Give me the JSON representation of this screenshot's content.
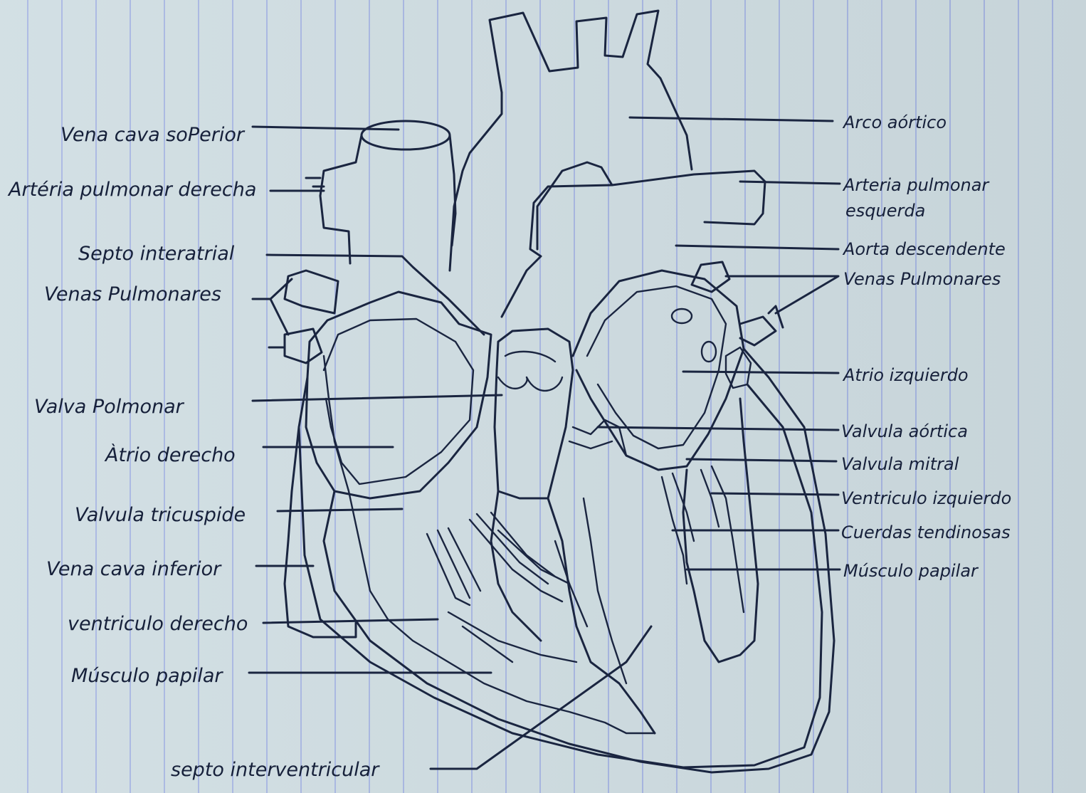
{
  "diagram": {
    "labels_left": {
      "vena_cava_superior": "Vena cava soPerior",
      "arteria_pulmonar_derecha": "Artéria pulmonar derecha",
      "septo_interatrial": "Septo interatrial",
      "venas_pulmonares": "Venas Pulmonares",
      "valva_pulmonar": "Valva Polmonar",
      "atrio_derecho": "Àtrio derecho",
      "valvula_tricuspide": "Valvula tricuspide",
      "vena_cava_inferior": "Vena cava inferior",
      "ventriculo_derecho": "ventriculo derecho",
      "musculo_papilar": "Músculo papilar",
      "septo_interventricular": "septo interventricular"
    },
    "labels_right": {
      "arco_aortico": "Arco aórtico",
      "arteria_pulmonar_izquierda_1": "Arteria pulmonar",
      "arteria_pulmonar_izquierda_2": "esquerda",
      "aorta_descendente": "Aorta descendente",
      "venas_pulmonares": "Venas Pulmonares",
      "atrio_izquierdo": "Atrio izquierdo",
      "valvula_aortica": "Valvula aórtica",
      "valvula_mitral": "Valvula mitral",
      "ventriculo_izquierdo": "Ventriculo izquierdo",
      "cuerdas_tendinosas": "Cuerdas tendinosas",
      "musculo_papilar": "Músculo papilar"
    }
  },
  "colors": {
    "paper": "#cfdde2",
    "rule_lines": "#a7b6e2",
    "ink": "#1a2540"
  }
}
